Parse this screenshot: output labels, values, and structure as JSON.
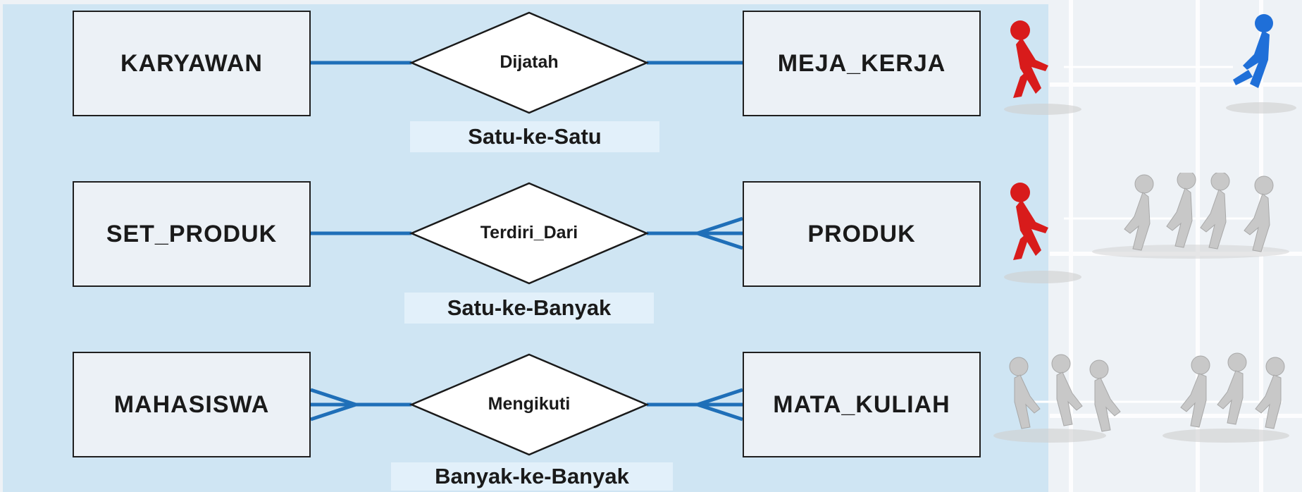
{
  "rows": [
    {
      "left_entity": "KARYAWAN",
      "relationship": "Dijatah",
      "right_entity": "MEJA_KERJA",
      "cardinality": "Satu-ke-Satu"
    },
    {
      "left_entity": "SET_PRODUK",
      "relationship": "Terdiri_Dari",
      "right_entity": "PRODUK",
      "cardinality": "Satu-ke-Banyak"
    },
    {
      "left_entity": "MAHASISWA",
      "relationship": "Mengikuti",
      "right_entity": "MATA_KULIAH",
      "cardinality": "Banyak-ke-Banyak"
    }
  ],
  "colors": {
    "connector": "#1f6fb8",
    "panel": "#cfe5f3",
    "entity_fill": "#ecf1f6",
    "label_fill": "#e2f0fa",
    "red_figure": "#d81b1b",
    "blue_figure": "#1f6fd8",
    "grey_figure": "#c8c8c8"
  },
  "icons": [
    "red-figure-icon",
    "blue-figure-icon",
    "grey-figures-icon"
  ]
}
